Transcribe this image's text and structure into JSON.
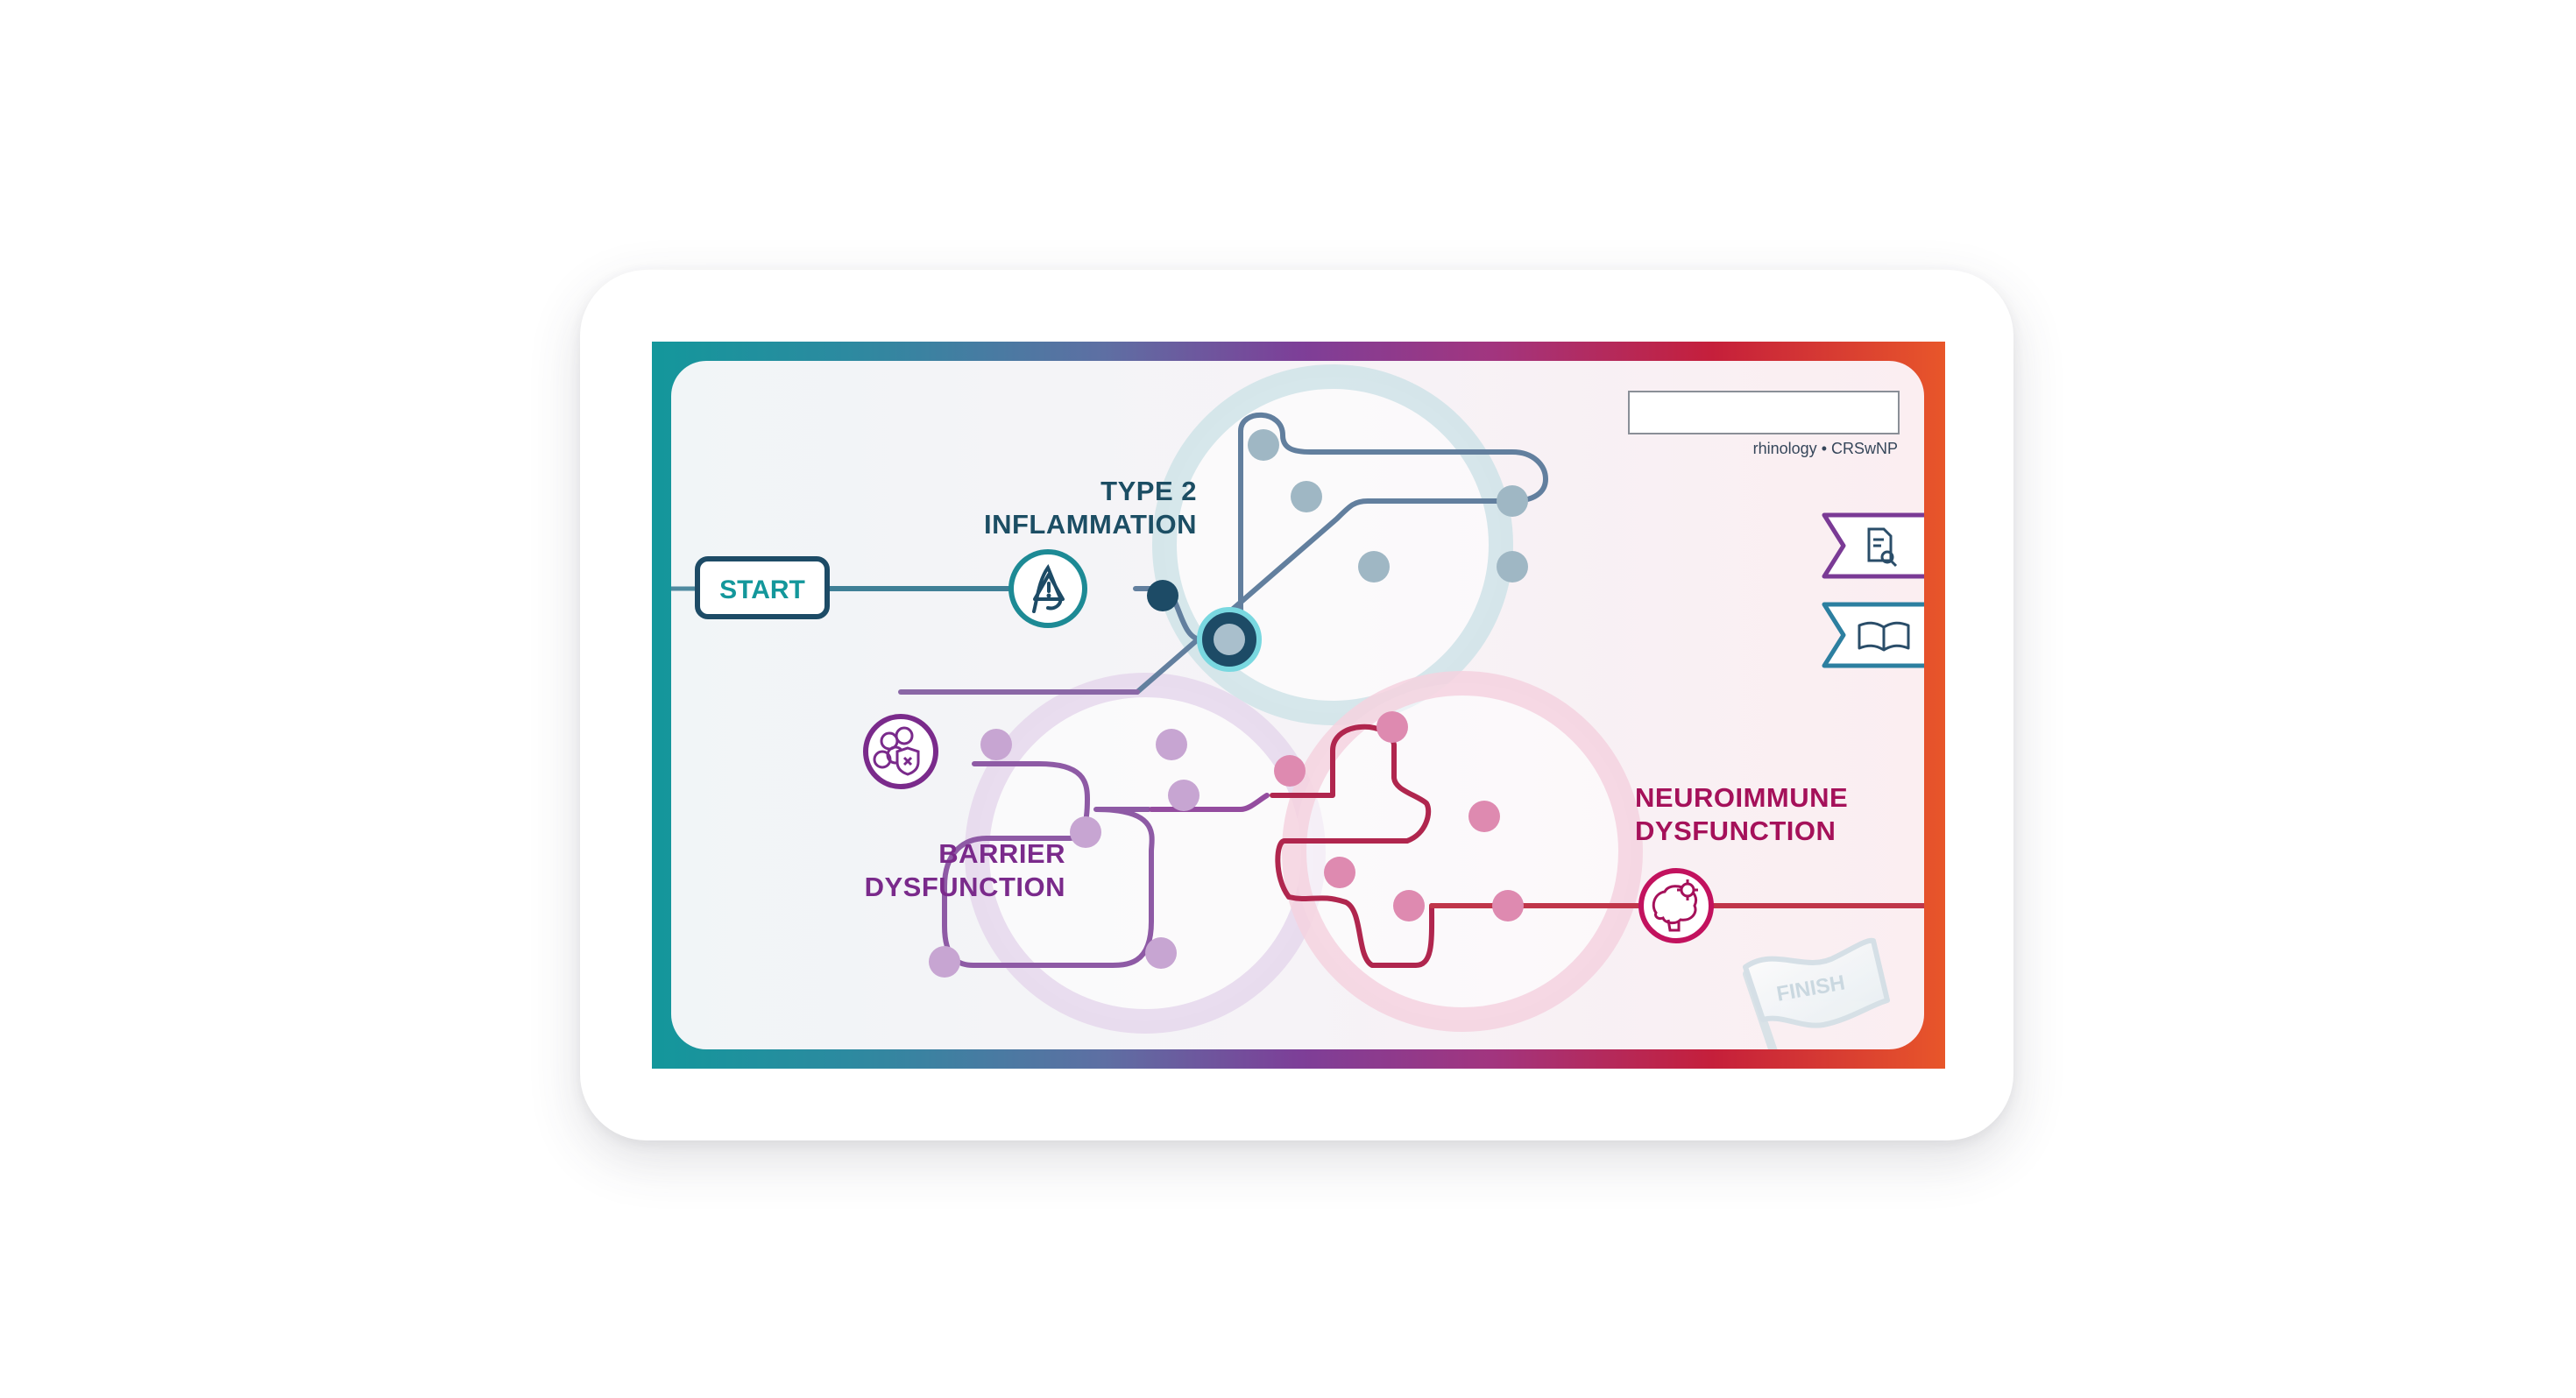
{
  "board": {
    "start_label": "START",
    "finish_label": "FINISH",
    "search": {
      "value": "",
      "placeholder": ""
    },
    "caption": "rhinology • CRSwNP"
  },
  "zones": {
    "type2": {
      "line1": "TYPE 2",
      "line2": "INFLAMMATION",
      "color": "#1c4e64"
    },
    "barrier": {
      "line1": "BARRIER",
      "line2": "DYSFUNCTION",
      "color": "#7a2a8b"
    },
    "neuro": {
      "line1": "NEUROIMMUNE",
      "line2": "DYSFUNCTION",
      "color": "#a5115a"
    }
  },
  "side_tabs": [
    {
      "icon": "document-search-icon"
    },
    {
      "icon": "open-book-icon"
    }
  ],
  "colors": {
    "teal": "#13979b",
    "type2": "#1c4e64",
    "barrier": "#7a2a8b",
    "neuro": "#a5115a",
    "orange": "#e8562a"
  }
}
